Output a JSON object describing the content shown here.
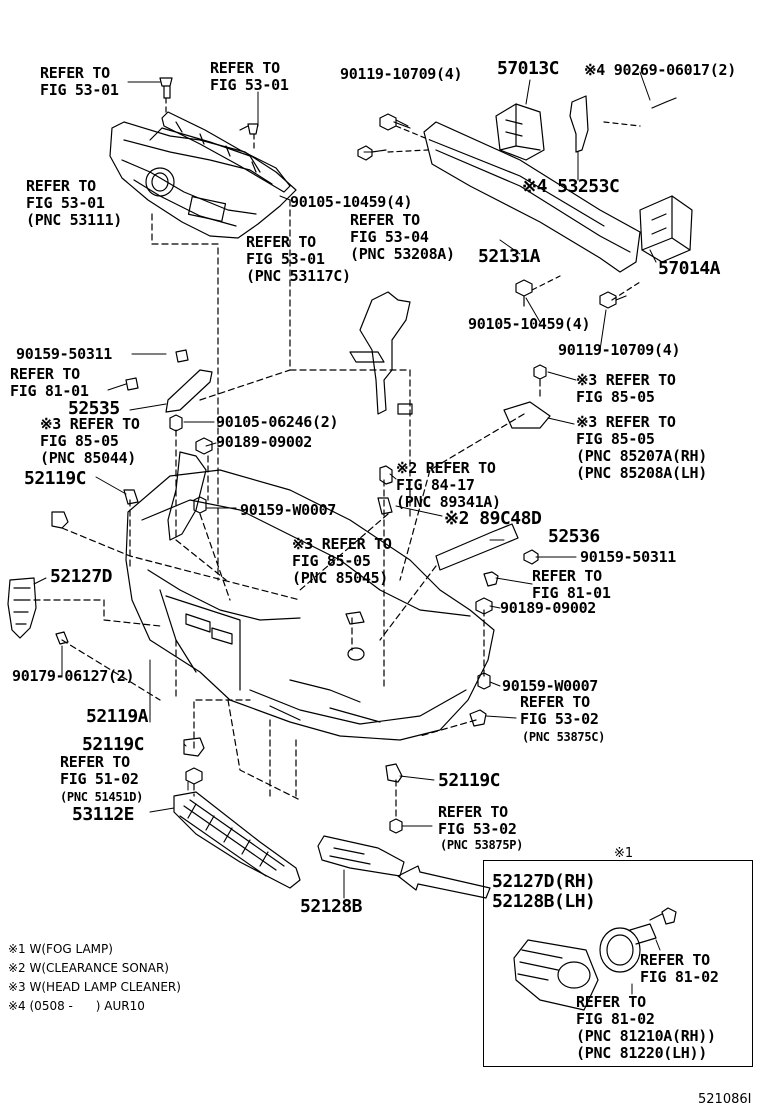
{
  "colors": {
    "ink": "#000000",
    "background": "#ffffff"
  },
  "labels": {
    "ref_53_01_a": "REFER TO\nFIG 53-01",
    "ref_53_01_b": "REFER TO\nFIG 53-01",
    "ref_53_01_c": "REFER TO\nFIG 53-01\n(PNC 53111)",
    "ref_53_01_d": "REFER TO\nFIG 53-01\n(PNC 53117C)",
    "ref_53_04": "REFER TO\nFIG 53-04\n(PNC 53208A)",
    "p_90119_10709_top": "90119-10709(4)",
    "p_57013C": "57013C",
    "p_90269": "※4 90269-06017(2)",
    "p_90105_10459_top": "90105-10459(4)",
    "p_53253C": "※4 53253C",
    "p_52131A": "52131A",
    "p_57014A": "57014A",
    "p_90105_10459_bot": "90105-10459(4)",
    "p_90119_10709_bot": "90119-10709(4)",
    "p_90159_50311_l": "90159-50311",
    "ref_81_01_a": "REFER TO\nFIG 81-01",
    "p_52535": "52535",
    "p_90105_06246": "90105-06246(2)",
    "ref_85_05_a": "※3 REFER TO\nFIG 85-05\n(PNC 85044)",
    "p_90189_09002_top": "90189-09002",
    "p_52119C_l": "52119C",
    "p_90159_W0007_top": "90159-W0007",
    "ref_85_05_b": "※3 REFER TO\nFIG 85-05",
    "ref_85_05_c": "※3 REFER TO\nFIG 85-05\n(PNC 85207A(RH)\n(PNC 85208A(LH)",
    "ref_84_17": "※2 REFER TO\nFIG 84-17\n(PNC 89341A)",
    "p_89C48D": "※2 89C48D",
    "p_52536": "52536",
    "ref_85_05_d": "※3 REFER TO\nFIG 85-05\n(PNC 85045)",
    "p_90159_50311_r": "90159-50311",
    "ref_81_01_b": "REFER TO\nFIG 81-01",
    "p_90189_09002_bot": "90189-09002",
    "p_52127D": "52127D",
    "p_90179": "90179-06127(2)",
    "p_52119A": "52119A",
    "p_90159_W0007_bot": "90159-W0007",
    "ref_53_02_a": "REFER TO\nFIG 53-02",
    "ref_53_02_a_pnc": "(PNC 53875C)",
    "p_52119C_m": "52119C",
    "ref_51_02": "REFER TO\nFIG 51-02",
    "ref_51_02_pnc": "(PNC 51451D)",
    "p_52119C_r": "52119C",
    "p_53112E": "53112E",
    "ref_53_02_b": "REFER TO\nFIG 53-02",
    "ref_53_02_b_pnc": "(PNC 53875P)",
    "p_52128B": "52128B",
    "inset_mark": "※1",
    "inset_title": "52127D(RH)\n52128B(LH)",
    "ref_81_02_a": "REFER TO\nFIG 81-02",
    "ref_81_02_b": "REFER TO\nFIG 81-02\n(PNC 81210A(RH))\n(PNC 81220(LH))"
  },
  "footnotes": [
    "※1 W(FOG LAMP)",
    "※2 W(CLEARANCE SONAR)",
    "※3 W(HEAD LAMP CLEANER)",
    "※4 (0508 -      ) AUR10"
  ],
  "figure_id": "521086I"
}
